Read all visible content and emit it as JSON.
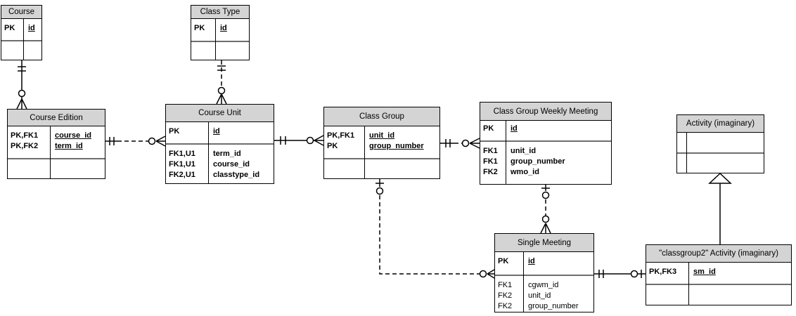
{
  "diagram": {
    "type": "entity-relationship",
    "background": "#ffffff",
    "header_fill": "#d4d4d4",
    "line_color": "#000000"
  },
  "entities": {
    "course": {
      "title": "Course",
      "pk": [
        {
          "key": "PK",
          "field": "id"
        }
      ],
      "body": []
    },
    "class_type": {
      "title": "Class Type",
      "pk": [
        {
          "key": "PK",
          "field": "id"
        }
      ],
      "body": []
    },
    "course_edition": {
      "title": "Course Edition",
      "pk": [
        {
          "key": "PK,FK1",
          "field": "course_id"
        },
        {
          "key": "PK,FK2",
          "field": "term_id"
        }
      ],
      "body": []
    },
    "course_unit": {
      "title": "Course Unit",
      "pk": [
        {
          "key": "PK",
          "field": "id"
        }
      ],
      "body": [
        {
          "key": "FK1,U1",
          "field": "term_id"
        },
        {
          "key": "FK1,U1",
          "field": "course_id"
        },
        {
          "key": "FK2,U1",
          "field": "classtype_id"
        }
      ]
    },
    "class_group": {
      "title": "Class Group",
      "pk": [
        {
          "key": "PK,FK1",
          "field": "unit_id"
        },
        {
          "key": "PK",
          "field": "group_number"
        }
      ],
      "body": []
    },
    "cgwm": {
      "title": "Class Group Weekly Meeting",
      "pk": [
        {
          "key": "PK",
          "field": "id"
        }
      ],
      "body": [
        {
          "key": "FK1",
          "field": "unit_id"
        },
        {
          "key": "FK1",
          "field": "group_number"
        },
        {
          "key": "FK2",
          "field": "wmo_id"
        }
      ]
    },
    "activity": {
      "title": "Activity (imaginary)",
      "pk": [],
      "body": []
    },
    "single_meeting": {
      "title": "Single Meeting",
      "pk": [
        {
          "key": "PK",
          "field": "id"
        }
      ],
      "body": [
        {
          "key": "FK1",
          "field": "cgwm_id"
        },
        {
          "key": "FK2",
          "field": "unit_id"
        },
        {
          "key": "FK2",
          "field": "group_number"
        }
      ]
    },
    "classgroup2_activity": {
      "title": "\"classgroup2\" Activity (imaginary)",
      "pk": [
        {
          "key": "PK,FK3",
          "field": "sm_id"
        }
      ],
      "body": []
    }
  },
  "relationships": [
    {
      "from": "Course",
      "to": "Course Edition",
      "style": "solid",
      "from_cardinality": "exactly-one",
      "to_cardinality": "zero-or-many"
    },
    {
      "from": "Class Type",
      "to": "Course Unit",
      "style": "dashed",
      "from_cardinality": "exactly-one",
      "to_cardinality": "zero-or-many"
    },
    {
      "from": "Course Edition",
      "to": "Course Unit",
      "style": "dashed",
      "from_cardinality": "exactly-one",
      "to_cardinality": "zero-or-many"
    },
    {
      "from": "Course Unit",
      "to": "Class Group",
      "style": "solid",
      "from_cardinality": "exactly-one",
      "to_cardinality": "zero-or-many"
    },
    {
      "from": "Class Group",
      "to": "Class Group Weekly Meeting",
      "style": "dashed",
      "from_cardinality": "exactly-one",
      "to_cardinality": "zero-or-many"
    },
    {
      "from": "Class Group Weekly Meeting",
      "to": "Single Meeting",
      "style": "dashed",
      "from_cardinality": "zero-or-one",
      "to_cardinality": "zero-or-many"
    },
    {
      "from": "Class Group",
      "to": "Single Meeting",
      "style": "dashed",
      "from_cardinality": "zero-or-one",
      "to_cardinality": "zero-or-many"
    },
    {
      "from": "Single Meeting",
      "to": "\"classgroup2\" Activity (imaginary)",
      "style": "solid",
      "from_cardinality": "exactly-one",
      "to_cardinality": "zero-or-one"
    },
    {
      "from": "Activity (imaginary)",
      "to": "\"classgroup2\" Activity (imaginary)",
      "style": "inheritance"
    }
  ]
}
